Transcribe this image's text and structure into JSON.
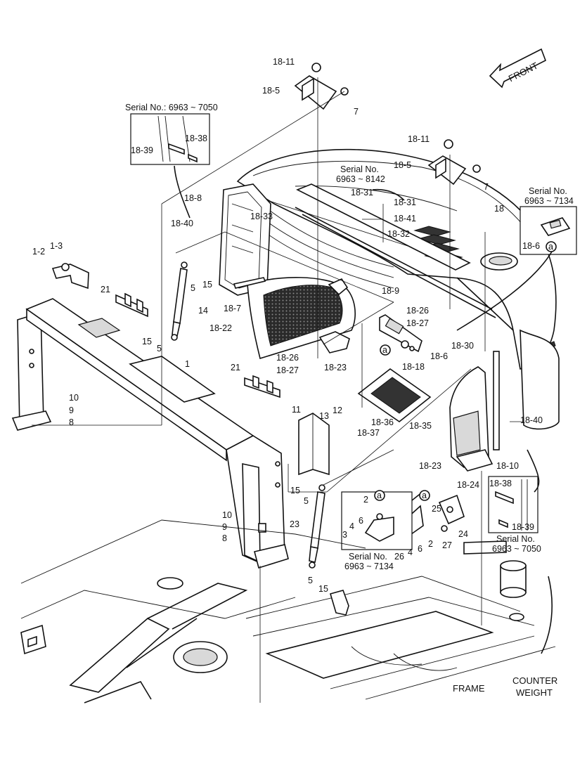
{
  "direction": {
    "front_label": "FRONT"
  },
  "bottom_labels": {
    "frame": "FRAME",
    "counter_weight": "COUNTER\nWEIGHT"
  },
  "serial_notes": {
    "top_left": "Serial No.: 6963 ~ 7050",
    "cover_top": "Serial No.\n6963 ~ 8142",
    "right_box": "Serial No.\n6963 ~ 7134",
    "hinge_detail": "Serial No.\n6963 ~ 7134",
    "bottom_right": "Serial No.\n6963 ~ 7050"
  },
  "callouts": [
    {
      "id": "c01",
      "text": "18-11"
    },
    {
      "id": "c02",
      "text": "18-5"
    },
    {
      "id": "c03",
      "text": "7"
    },
    {
      "id": "c04",
      "text": "18-39"
    },
    {
      "id": "c05",
      "text": "18-38"
    },
    {
      "id": "c06",
      "text": "18-11"
    },
    {
      "id": "c07",
      "text": "18-5"
    },
    {
      "id": "c08",
      "text": "7"
    },
    {
      "id": "c09",
      "text": "18-31"
    },
    {
      "id": "c10",
      "text": "18-31"
    },
    {
      "id": "c11",
      "text": "18-41"
    },
    {
      "id": "c12",
      "text": "18-8"
    },
    {
      "id": "c13",
      "text": "18-33"
    },
    {
      "id": "c14",
      "text": "18-40"
    },
    {
      "id": "c15",
      "text": "18-32"
    },
    {
      "id": "c16",
      "text": "18"
    },
    {
      "id": "c17",
      "text": "18-6"
    },
    {
      "id": "c18",
      "text": "1-3"
    },
    {
      "id": "c19",
      "text": "1-2"
    },
    {
      "id": "c20",
      "text": "5"
    },
    {
      "id": "c21",
      "text": "15"
    },
    {
      "id": "c22",
      "text": "18-9"
    },
    {
      "id": "c23",
      "text": "21"
    },
    {
      "id": "c24",
      "text": "18-7"
    },
    {
      "id": "c25",
      "text": "14"
    },
    {
      "id": "c26",
      "text": "18-26"
    },
    {
      "id": "c27",
      "text": "18-27"
    },
    {
      "id": "c28",
      "text": "18-22"
    },
    {
      "id": "c29",
      "text": "15"
    },
    {
      "id": "c30",
      "text": "5"
    },
    {
      "id": "c31",
      "text": "18-30"
    },
    {
      "id": "c32",
      "text": "18-6"
    },
    {
      "id": "c33",
      "text": "18-18"
    },
    {
      "id": "c34",
      "text": "18-26"
    },
    {
      "id": "c35",
      "text": "18-23"
    },
    {
      "id": "c36",
      "text": "18-27"
    },
    {
      "id": "c37",
      "text": "1"
    },
    {
      "id": "c38",
      "text": "21"
    },
    {
      "id": "c39",
      "text": "10"
    },
    {
      "id": "c40",
      "text": "9"
    },
    {
      "id": "c41",
      "text": "8"
    },
    {
      "id": "c42",
      "text": "11"
    },
    {
      "id": "c43",
      "text": "13"
    },
    {
      "id": "c44",
      "text": "12"
    },
    {
      "id": "c45",
      "text": "18-36"
    },
    {
      "id": "c46",
      "text": "18-37"
    },
    {
      "id": "c47",
      "text": "18-35"
    },
    {
      "id": "c48",
      "text": "18-40"
    },
    {
      "id": "c49",
      "text": "18-23"
    },
    {
      "id": "c50",
      "text": "18-10"
    },
    {
      "id": "c51",
      "text": "18-24"
    },
    {
      "id": "c52",
      "text": "15"
    },
    {
      "id": "c53",
      "text": "5"
    },
    {
      "id": "c54",
      "text": "2"
    },
    {
      "id": "c55",
      "text": "6"
    },
    {
      "id": "c56",
      "text": "4"
    },
    {
      "id": "c57",
      "text": "3"
    },
    {
      "id": "c58",
      "text": "25"
    },
    {
      "id": "c59",
      "text": "18-38"
    },
    {
      "id": "c60",
      "text": "18-39"
    },
    {
      "id": "c61",
      "text": "10"
    },
    {
      "id": "c62",
      "text": "9"
    },
    {
      "id": "c63",
      "text": "8"
    },
    {
      "id": "c64",
      "text": "23"
    },
    {
      "id": "c65",
      "text": "27"
    },
    {
      "id": "c66",
      "text": "24"
    },
    {
      "id": "c67",
      "text": "26"
    },
    {
      "id": "c68",
      "text": "4"
    },
    {
      "id": "c69",
      "text": "6"
    },
    {
      "id": "c70",
      "text": "2"
    },
    {
      "id": "c71",
      "text": "5"
    },
    {
      "id": "c72",
      "text": "15"
    }
  ],
  "markers": [
    {
      "id": "m1",
      "text": "a"
    },
    {
      "id": "m2",
      "text": "a"
    },
    {
      "id": "m3",
      "text": "a"
    },
    {
      "id": "m4",
      "text": "a"
    }
  ]
}
